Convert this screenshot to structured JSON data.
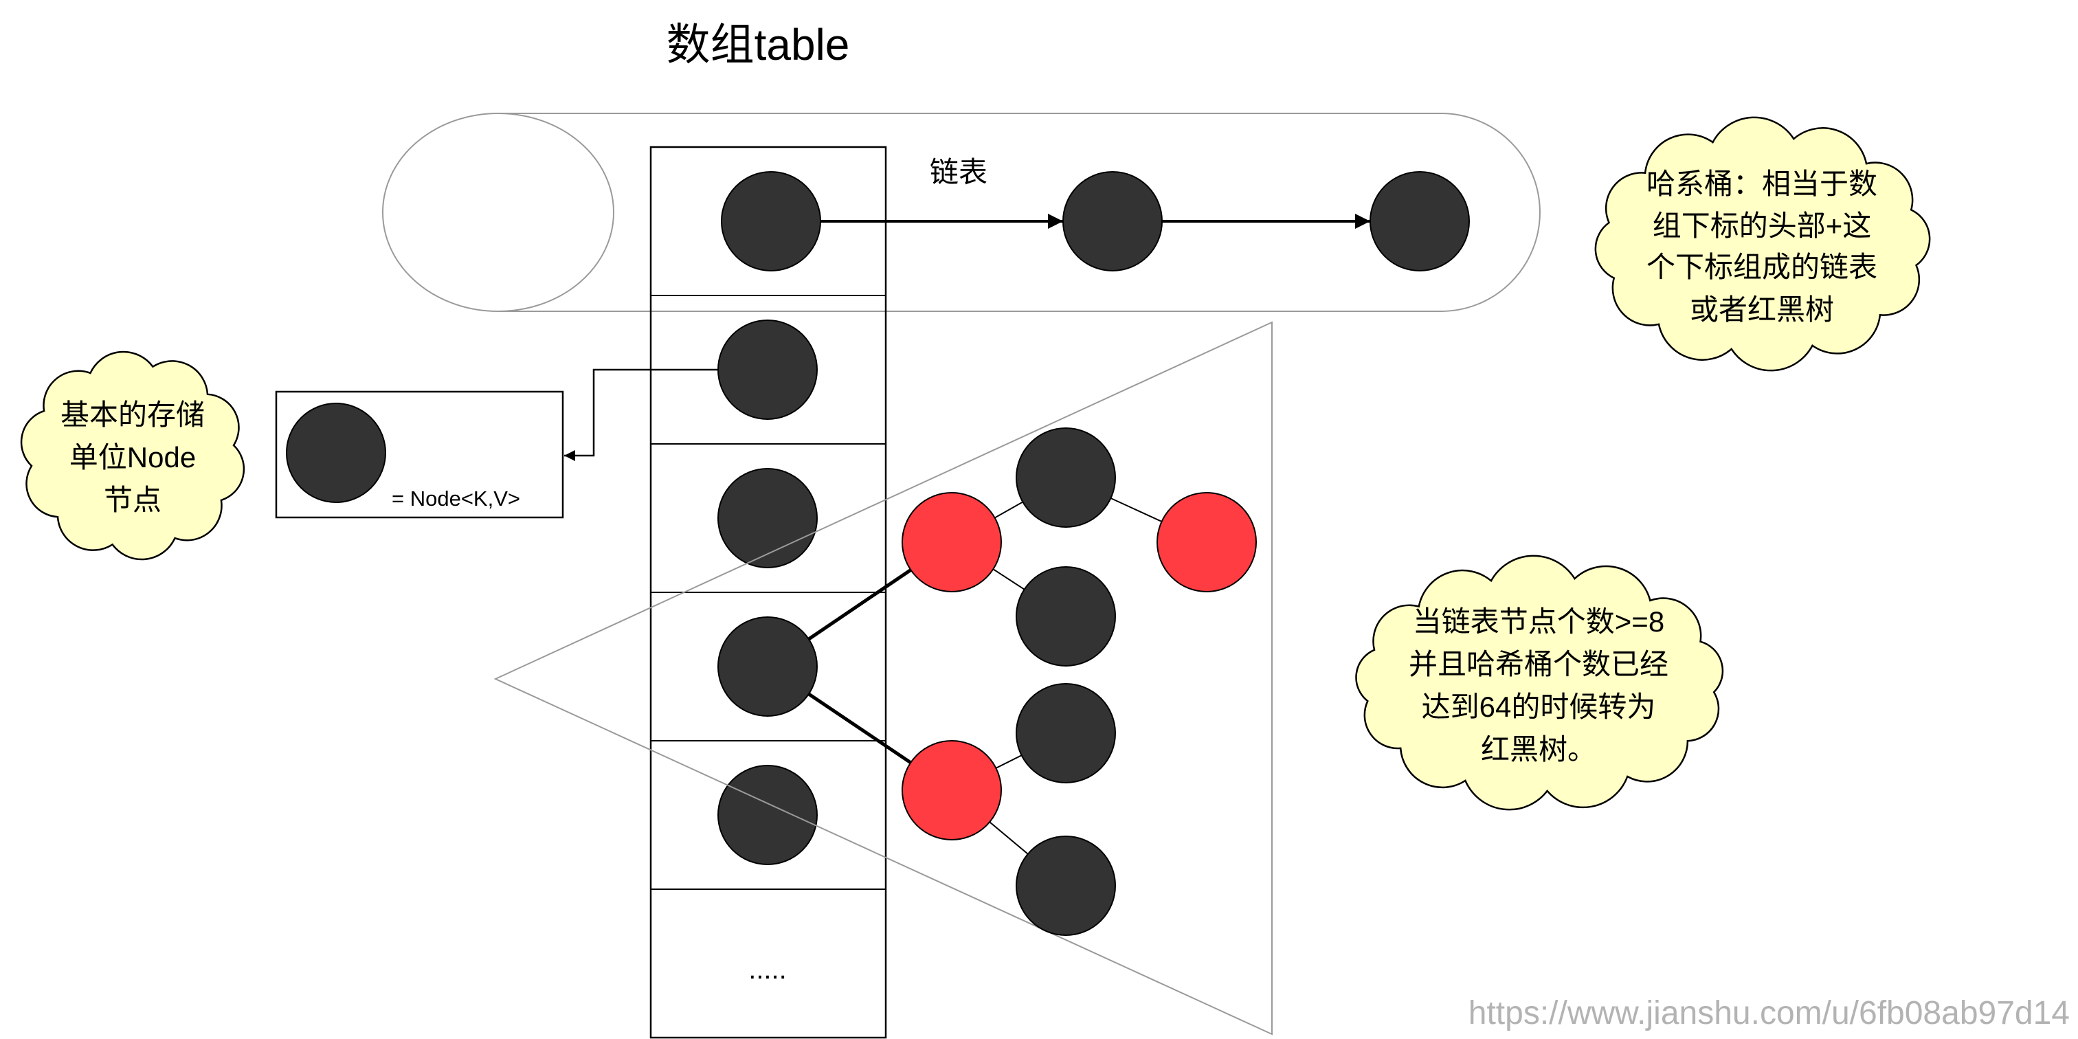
{
  "title": "数组table",
  "linked_list": {
    "label": "链表"
  },
  "node_legend": {
    "label": "= Node<K,V>"
  },
  "array": {
    "ellipsis": "....."
  },
  "clouds": {
    "storage_unit": {
      "lines": [
        "基本的存储",
        "单位Node",
        "节点"
      ]
    },
    "hash_bucket": {
      "lines": [
        "哈系桶：相当于数",
        "组下标的头部+这",
        "个下标组成的链表",
        "或者红黑树"
      ]
    },
    "treeify_condition": {
      "lines": [
        "当链表节点个数>=8",
        "并且哈希桶个数已经",
        "达到64的时候转为",
        "红黑树。"
      ]
    }
  },
  "watermark": "https://www.jianshu.com/u/6fb08ab97d14",
  "colors": {
    "black_node": "#333333",
    "red_node": "#fe3c41",
    "cloud_fill": "#ffffc6",
    "outline_gray": "#9a9a9a"
  }
}
